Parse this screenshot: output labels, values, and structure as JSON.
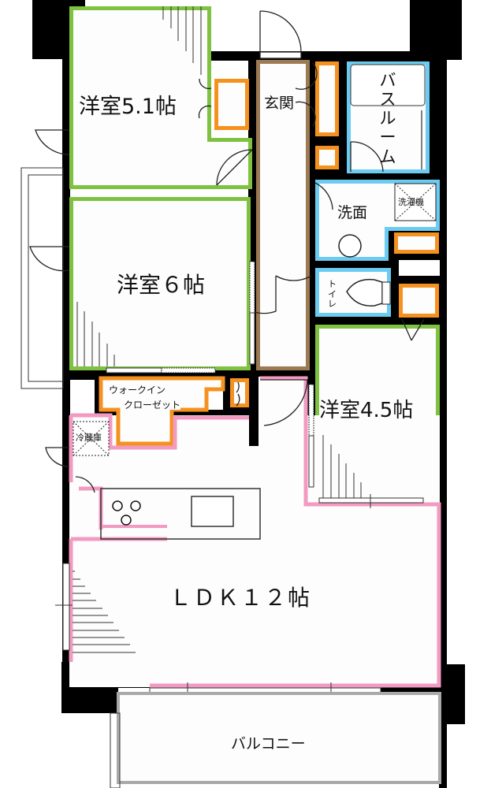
{
  "plan": {
    "rooms": [
      {
        "id": "western-room-1",
        "label": "洋室5.1帖",
        "type": "洋室",
        "size_jo": 5.1
      },
      {
        "id": "western-room-2",
        "label": "洋室６帖",
        "type": "洋室",
        "size_jo": 6
      },
      {
        "id": "western-room-3",
        "label": "洋室4.5帖",
        "type": "洋室",
        "size_jo": 4.5
      },
      {
        "id": "ldk",
        "label": "ＬＤＫ１２帖",
        "type": "LDK",
        "size_jo": 12
      },
      {
        "id": "entrance",
        "label": "玄関"
      },
      {
        "id": "bathroom",
        "label": "バスルーム"
      },
      {
        "id": "washroom",
        "label": "洗面"
      },
      {
        "id": "toilet",
        "label": "トイレ"
      },
      {
        "id": "walk-in-closet",
        "label_line1": "ウォークイン",
        "label_line2": "クローゼット"
      },
      {
        "id": "balcony",
        "label": "バルコニー"
      }
    ],
    "fixtures": {
      "washing_machine": "洗濯機",
      "refrigerator": "冷蔵庫"
    },
    "colors": {
      "western_room": "#7fc241",
      "wet_area": "#6ccbf0",
      "storage": "#f5921f",
      "ldk": "#f29ac1",
      "entrance": "#9c7a54",
      "wall": "#000000",
      "balcony_edge": "#a7a9ab"
    }
  }
}
